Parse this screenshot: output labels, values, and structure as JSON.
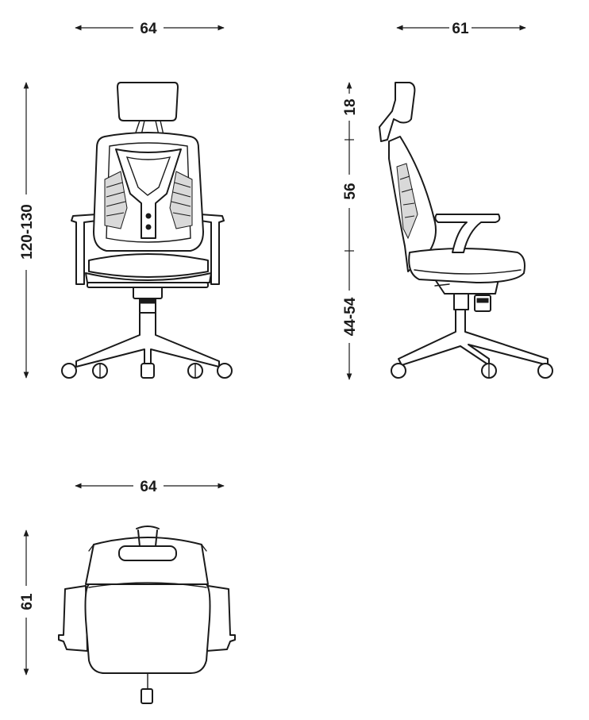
{
  "dimensions": {
    "front_width": "64",
    "side_depth": "61",
    "front_height": "120-130",
    "headrest_height": "18",
    "back_height": "56",
    "seat_height": "44-54",
    "top_width": "64",
    "top_depth": "61"
  }
}
